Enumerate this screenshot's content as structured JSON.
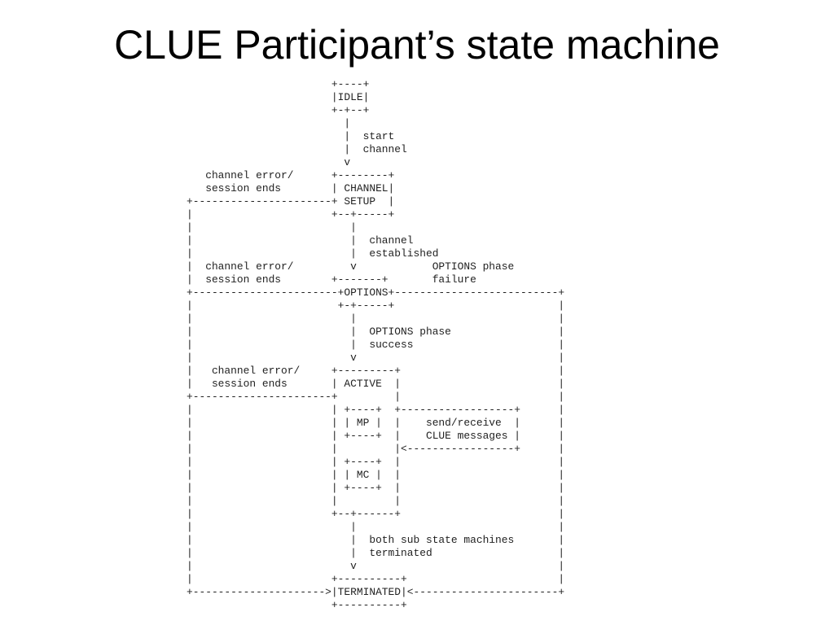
{
  "slide": {
    "title": "CLUE Participant’s state machine"
  },
  "diagram": {
    "lines": [
      "                       +----+",
      "                       |IDLE|",
      "                       +-+--+",
      "                         |",
      "                         |  start",
      "                         |  channel",
      "                         v",
      "   channel error/      +--------+",
      "   session ends        | CHANNEL|",
      "+----------------------+ SETUP  |",
      "|                      +--+-----+",
      "|                         |",
      "|                         |  channel",
      "|                         |  established",
      "|  channel error/         v            OPTIONS phase",
      "|  session ends        +-------+       failure",
      "+-----------------------+OPTIONS+--------------------------+",
      "|                       +-+-----+                          |",
      "|                         |                                |",
      "|                         |  OPTIONS phase                 |",
      "|                         |  success                       |",
      "|                         v                                |",
      "|   channel error/     +---------+                         |",
      "|   session ends       | ACTIVE  |                         |",
      "+----------------------+         |                         |",
      "|                      | +----+  +------------------+      |",
      "|                      | | MP |  |    send/receive  |      |",
      "|                      | +----+  |    CLUE messages |      |",
      "|                      |         |<-----------------+      |",
      "|                      | +----+  |                         |",
      "|                      | | MC |  |                         |",
      "|                      | +----+  |                         |",
      "|                      |         |                         |",
      "|                      +--+------+                         |",
      "|                         |                                |",
      "|                         |  both sub state machines       |",
      "|                         |  terminated                    |",
      "|                         v                                |",
      "|                      +----------+                        |",
      "+--------------------->|TERMINATED|<-----------------------+",
      "                       +----------+"
    ]
  }
}
